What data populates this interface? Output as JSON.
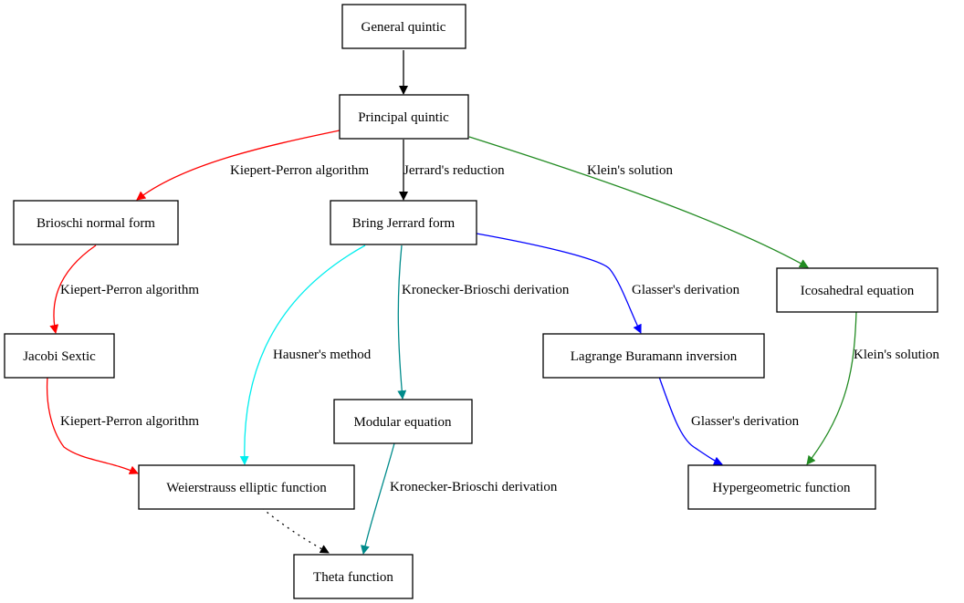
{
  "nodes": {
    "general_quintic": "General quintic",
    "principal_quintic": "Principal quintic",
    "brioschi_normal_form": "Brioschi normal form",
    "bring_jerrard_form": "Bring Jerrard form",
    "icosahedral_equation": "Icosahedral equation",
    "jacobi_sextic": "Jacobi Sextic",
    "lagrange_buramann_inversion": "Lagrange Buramann inversion",
    "modular_equation": "Modular equation",
    "weierstrauss_elliptic_function": "Weierstrauss elliptic function",
    "hypergeometric_function": "Hypergeometric function",
    "theta_function": "Theta function"
  },
  "edge_labels": {
    "principal_to_brioschi": "Kiepert-Perron algorithm",
    "principal_to_bring": "Jerrard's reduction",
    "principal_to_icosahedral": "Klein's solution",
    "brioschi_to_jacobi": "Kiepert-Perron algorithm",
    "bring_to_modular": "Kronecker-Brioschi derivation",
    "bring_to_lagrange": "Glasser's derivation",
    "bring_to_weierstrauss": "Hausner's method",
    "jacobi_to_weierstrauss": "Kiepert-Perron algorithm",
    "icosahedral_to_hypergeometric": "Klein's solution",
    "lagrange_to_hypergeometric": "Glasser's derivation",
    "modular_to_theta": "Kronecker-Brioschi derivation"
  },
  "colors": {
    "black": "#000000",
    "red": "#ff0000",
    "green": "#228b22",
    "blue": "#0000ff",
    "cyan": "#00eeee",
    "teal": "#008b8b"
  }
}
